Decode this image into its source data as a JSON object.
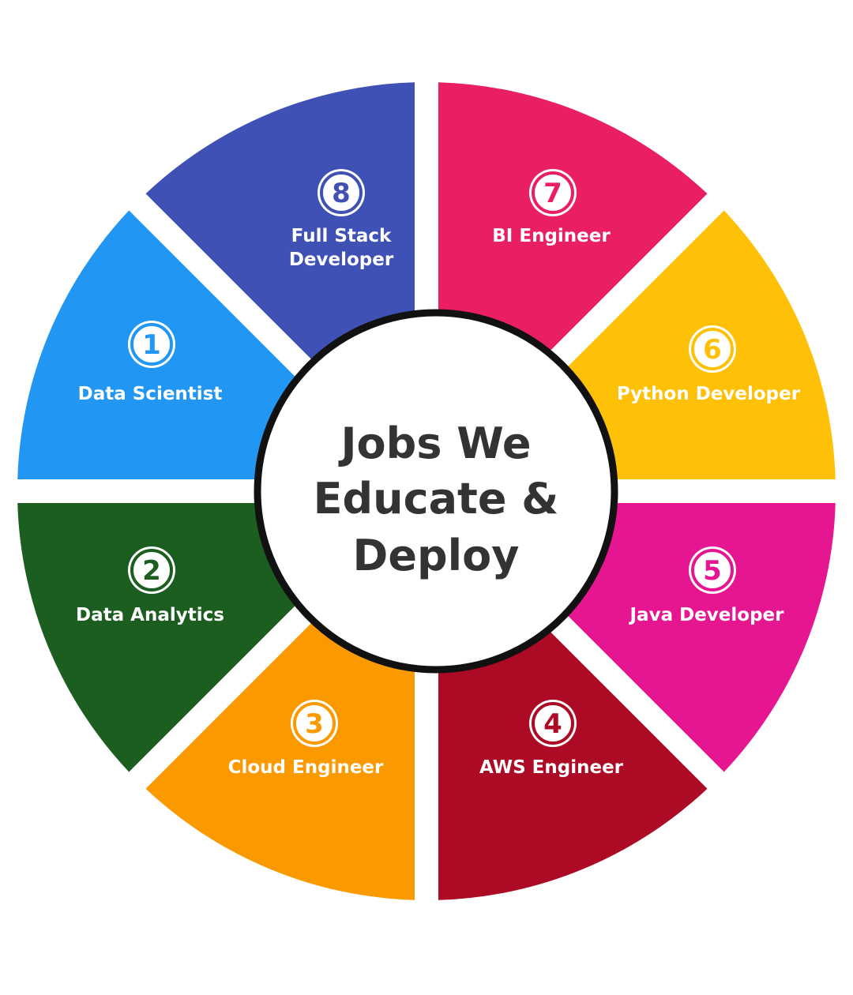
{
  "center": {
    "lines": [
      "Jobs We",
      "Educate &",
      "Deploy"
    ]
  },
  "segments": [
    {
      "number": "1",
      "lines": [
        "Data Scientist"
      ],
      "color": "#2196F3"
    },
    {
      "number": "2",
      "lines": [
        "Data Analytics"
      ],
      "color": "#1B5E20"
    },
    {
      "number": "3",
      "lines": [
        "Cloud Engineer"
      ],
      "color": "#FB9A00"
    },
    {
      "number": "4",
      "lines": [
        "AWS Engineer"
      ],
      "color": "#AD0A26"
    },
    {
      "number": "5",
      "lines": [
        "Java Developer"
      ],
      "color": "#E51690"
    },
    {
      "number": "6",
      "lines": [
        "Python Developer"
      ],
      "color": "#FFC107"
    },
    {
      "number": "7",
      "lines": [
        "BI Engineer"
      ],
      "color": "#E91E63"
    },
    {
      "number": "8",
      "lines": [
        "Full Stack",
        "Developer"
      ],
      "color": "#3F51B5"
    }
  ]
}
